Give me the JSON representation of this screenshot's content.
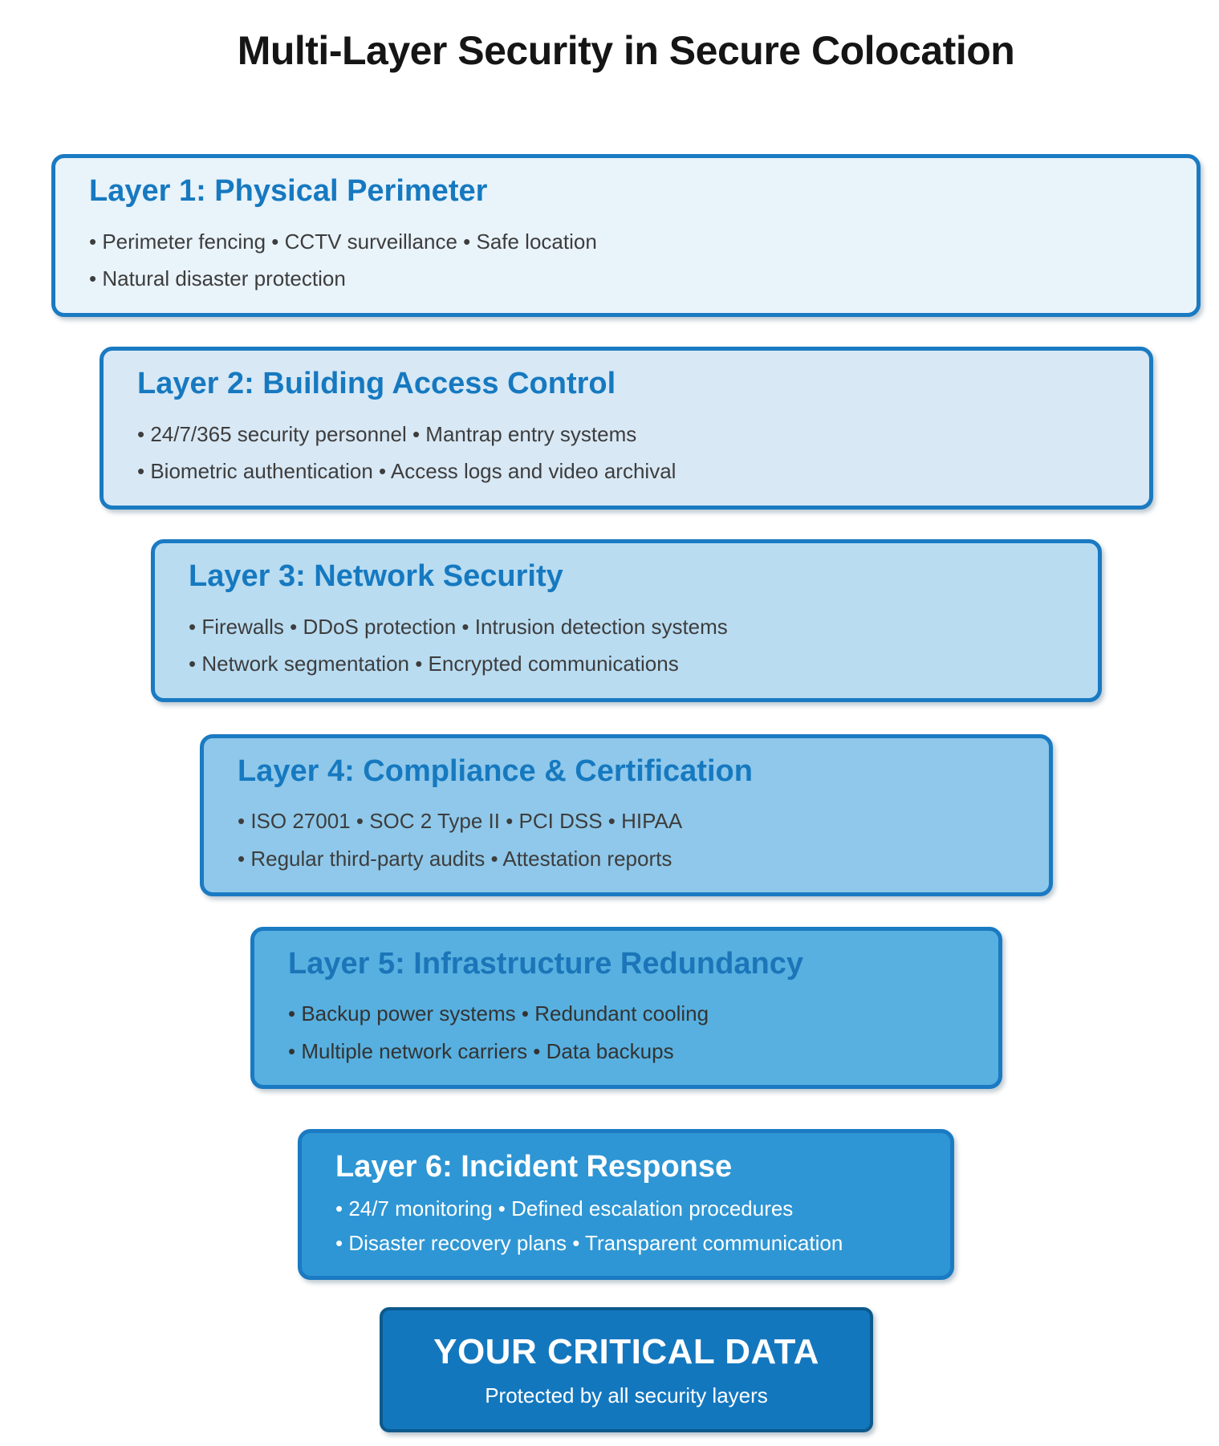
{
  "page": {
    "title": "Multi-Layer Security in Secure Colocation"
  },
  "colors": {
    "layer_border": "#1a7ac2",
    "layer_title_blue": "#1679c0",
    "body_text": "#3d3d3d",
    "white_text": "#ffffff",
    "core_fill": "#1377be",
    "core_border": "#0d5a8c"
  },
  "layers": [
    {
      "title": "Layer 1: Physical Perimeter",
      "bullets": [
        "• Perimeter fencing • CCTV surveillance • Safe location",
        "• Natural disaster protection"
      ],
      "fill": "#e9f3fa",
      "title_color": "#1679c0",
      "text_color": "#3d3d3d"
    },
    {
      "title": "Layer 2: Building Access Control",
      "bullets": [
        "• 24/7/365 security personnel • Mantrap entry systems",
        "• Biometric authentication • Access logs and video archival"
      ],
      "fill": "#d8e8f5",
      "title_color": "#1679c0",
      "text_color": "#3d3d3d"
    },
    {
      "title": "Layer 3: Network Security",
      "bullets": [
        "• Firewalls • DDoS protection • Intrusion detection systems",
        "• Network segmentation • Encrypted communications"
      ],
      "fill": "#b9dcf1",
      "title_color": "#1679c0",
      "text_color": "#3d3d3d"
    },
    {
      "title": "Layer 4: Compliance & Certification",
      "bullets": [
        "• ISO 27001 • SOC 2 Type II • PCI DSS • HIPAA",
        "• Regular third-party audits • Attestation reports"
      ],
      "fill": "#8fc8ea",
      "title_color": "#1679c0",
      "text_color": "#3d3d3d"
    },
    {
      "title": "Layer 5: Infrastructure Redundancy",
      "bullets": [
        "• Backup power systems • Redundant cooling",
        "• Multiple network carriers • Data backups"
      ],
      "fill": "#57b0e0",
      "title_color": "#1b75b8",
      "text_color": "#333333"
    },
    {
      "title": "Layer 6: Incident Response",
      "bullets": [
        "• 24/7 monitoring • Defined escalation procedures",
        "• Disaster recovery plans • Transparent communication"
      ],
      "fill": "#2e96d4",
      "title_color": "#ffffff",
      "text_color": "#ffffff"
    }
  ],
  "core": {
    "title": "YOUR CRITICAL DATA",
    "subtitle": "Protected by all security layers",
    "fill": "#1377be",
    "text_color": "#ffffff"
  }
}
